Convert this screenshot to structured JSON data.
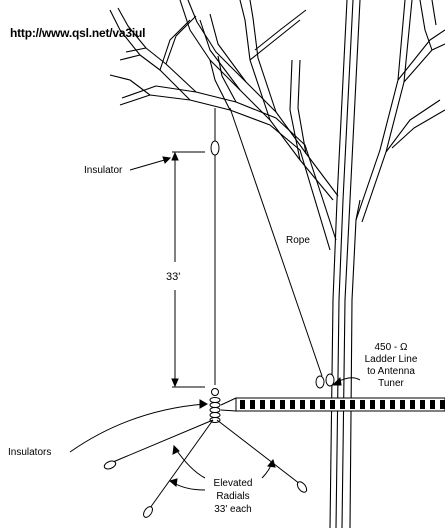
{
  "header": {
    "url": "http://www.qsl.net/va3iul"
  },
  "labels": {
    "insulator": "Insulator",
    "rope": "Rope",
    "height": "33'",
    "ladder_line": [
      "450 - Ω",
      "Ladder Line",
      "to Antenna",
      "Tuner"
    ],
    "insulators": "Insulators",
    "radials": [
      "Elevated",
      "Radials",
      "33' each"
    ]
  },
  "colors": {
    "ink": "#000000",
    "background": "#ffffff"
  }
}
